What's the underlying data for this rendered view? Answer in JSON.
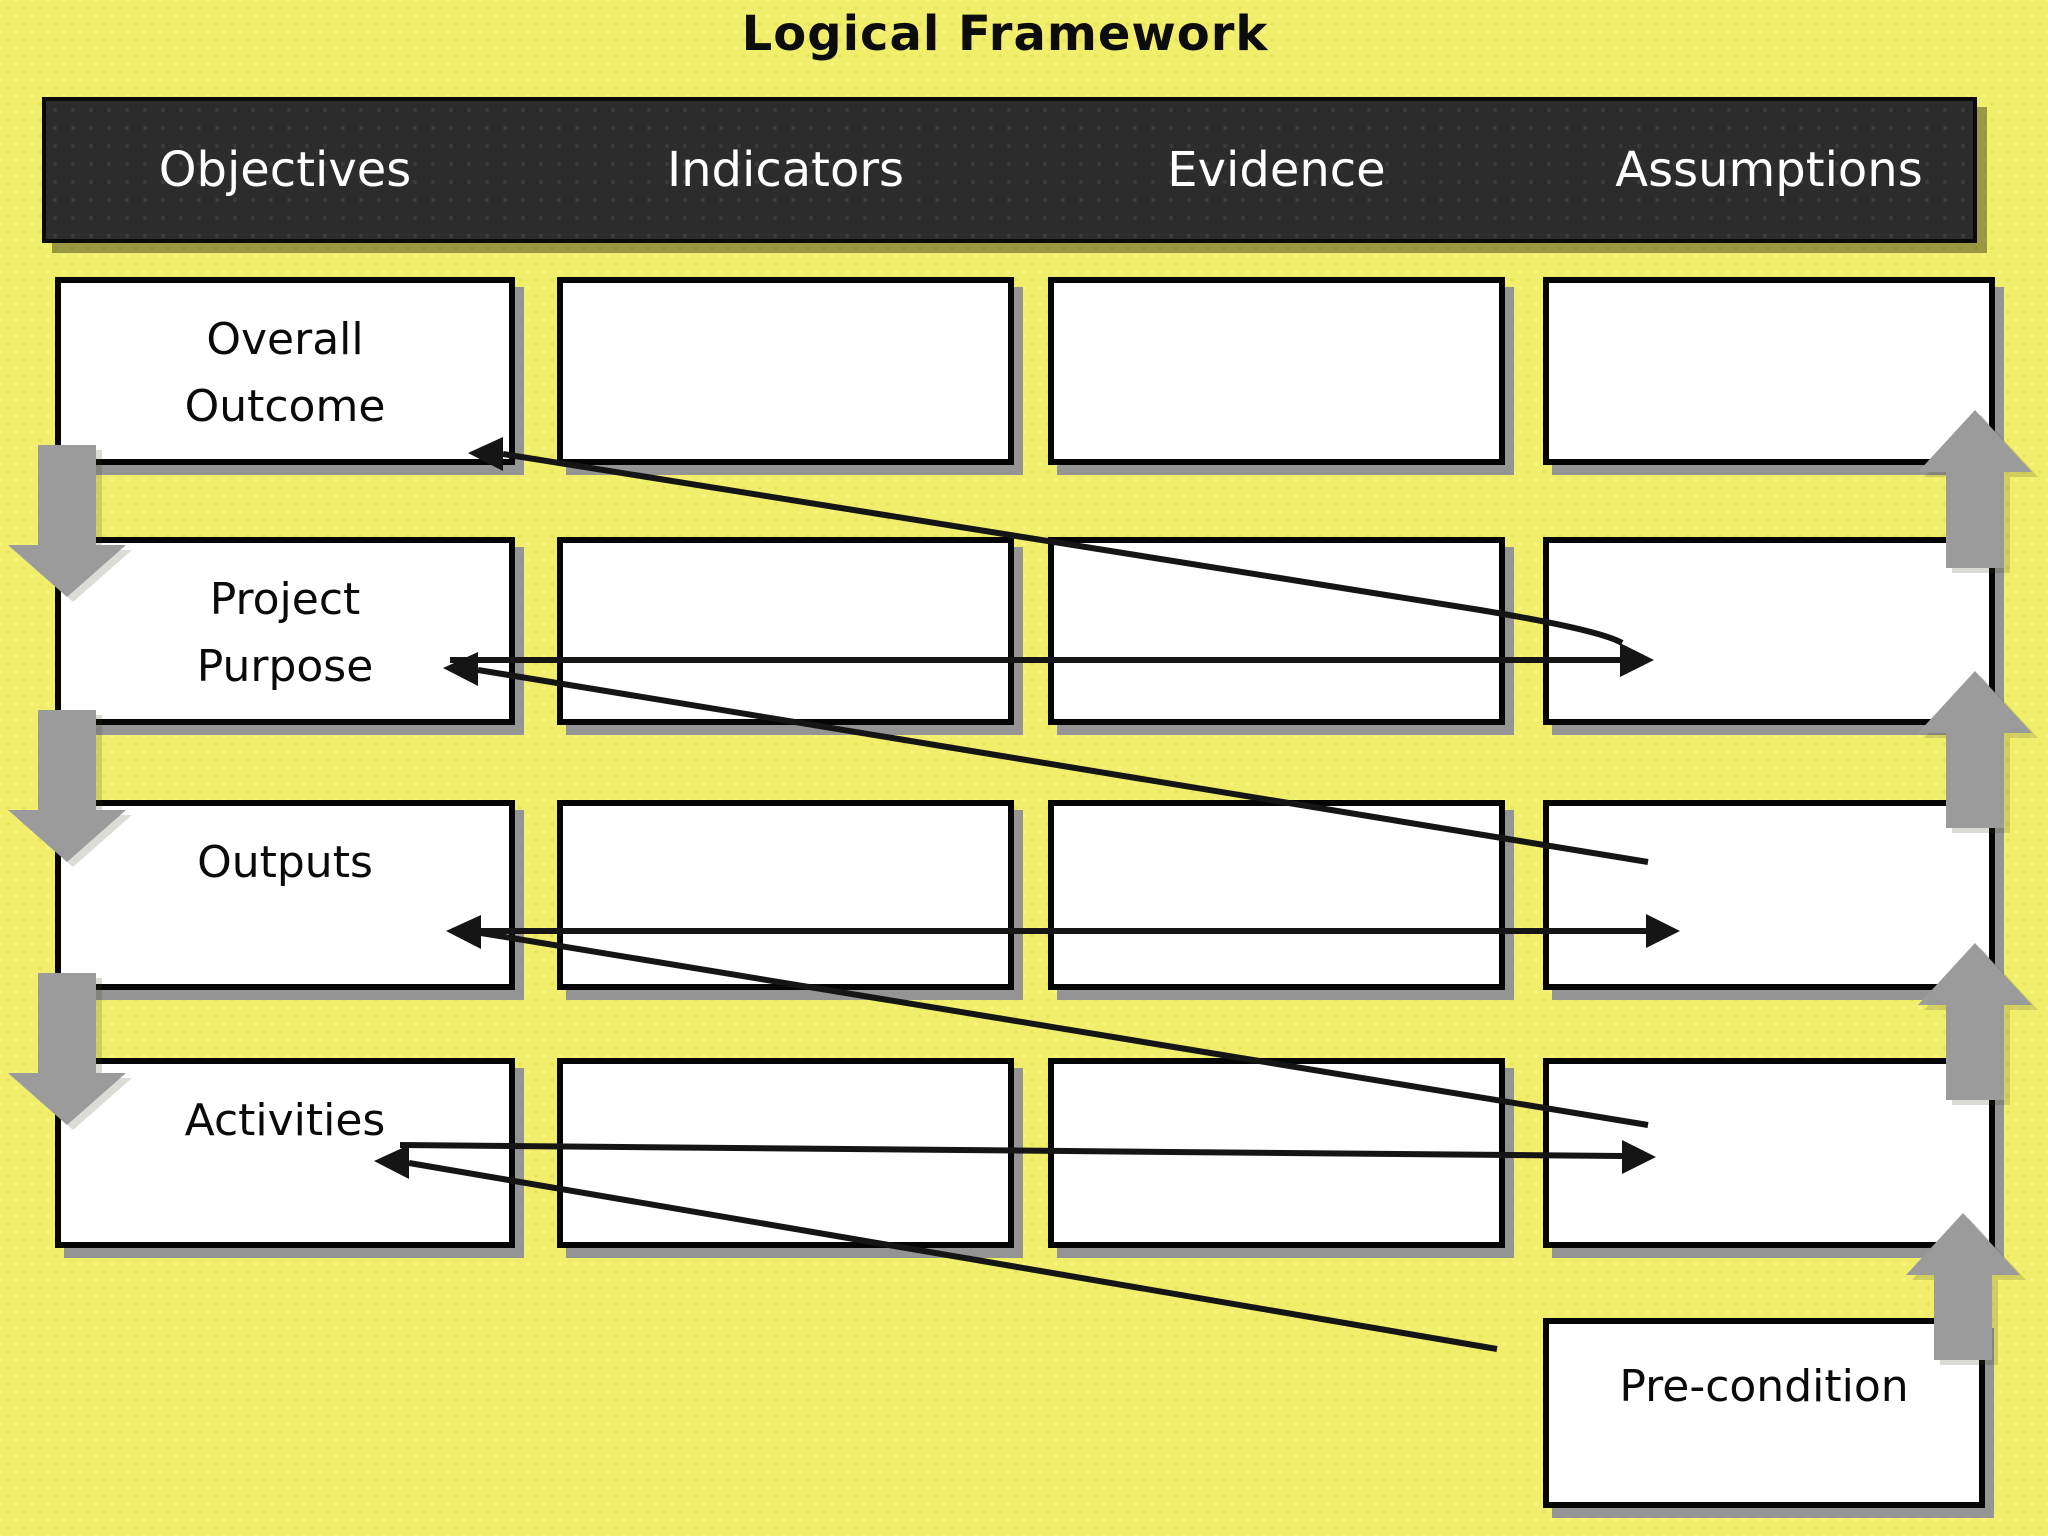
{
  "title": "Logical Framework",
  "header": {
    "columns": [
      "Objectives",
      "Indicators",
      "Evidence",
      "Assumptions"
    ]
  },
  "rows": [
    {
      "label": "Overall Outcome"
    },
    {
      "label": "Project Purpose"
    },
    {
      "label": "Outputs"
    },
    {
      "label": "Activities"
    }
  ],
  "precondition": {
    "label": "Pre-condition"
  },
  "arrows": {
    "left_down_arrow_count": 3,
    "right_up_arrow_count": 4,
    "horizontal_links": [
      "Project Purpose → Assumptions (purpose row)",
      "Outputs → Assumptions (outputs row)",
      "Activities → Assumptions (activities row)"
    ],
    "diagonal_links": [
      "Assumptions (purpose row) → Overall Outcome",
      "Assumptions (outputs row) → Project Purpose",
      "Assumptions (activities row) → Outputs",
      "Pre-condition → Activities"
    ]
  },
  "colors": {
    "background": "#f1ee6b",
    "header_bg": "#2c2c2c",
    "header_text": "#ffffff",
    "box_bg": "#ffffff",
    "box_border": "#050505",
    "box_shadow": "#949494",
    "gray_arrow": "#9b9b9b",
    "black_line": "#151515"
  }
}
